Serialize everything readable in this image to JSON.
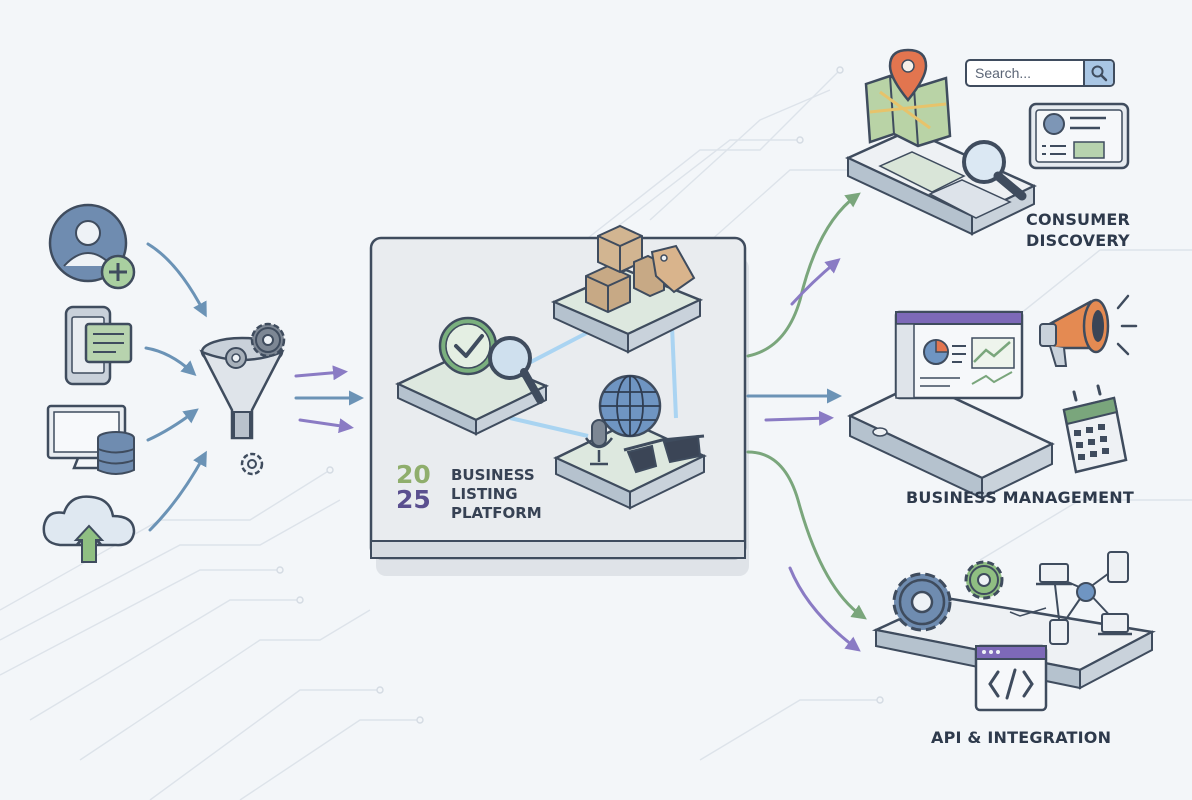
{
  "platform": {
    "year_top": "20",
    "year_bottom": "25",
    "title_lines": [
      "BUSINESS",
      "LISTING",
      "PLATFORM"
    ]
  },
  "outputs": {
    "consumer": [
      "CONSUMER",
      "DISCOVERY"
    ],
    "business": "BUSINESS MANAGEMENT",
    "api": "API & INTEGRATION"
  },
  "search": {
    "placeholder": "Search..."
  },
  "icons": {
    "inputs": [
      "user-add-icon",
      "mobile-form-icon",
      "desktop-database-icon",
      "cloud-upload-icon"
    ],
    "processing": [
      "funnel-icon",
      "gear-icon"
    ],
    "platform": [
      "verified-check-icon",
      "magnifier-icon",
      "boxes-icon",
      "price-tag-icon",
      "globe-icon",
      "microphone-icon",
      "ar-glasses-icon"
    ],
    "consumer": [
      "map-pin-icon",
      "map-icon",
      "search-icon",
      "profile-card-icon"
    ],
    "business": [
      "dashboard-icon",
      "megaphone-icon",
      "calendar-icon"
    ],
    "api": [
      "gear-icon",
      "network-devices-icon",
      "code-window-icon"
    ]
  },
  "colors": {
    "outline": "#3f4c5e",
    "green": "#7aa67c",
    "purple": "#8a7bc4",
    "blue": "#6b93b6",
    "panel": "#e6eaee",
    "glow": "#9fd0f2"
  }
}
